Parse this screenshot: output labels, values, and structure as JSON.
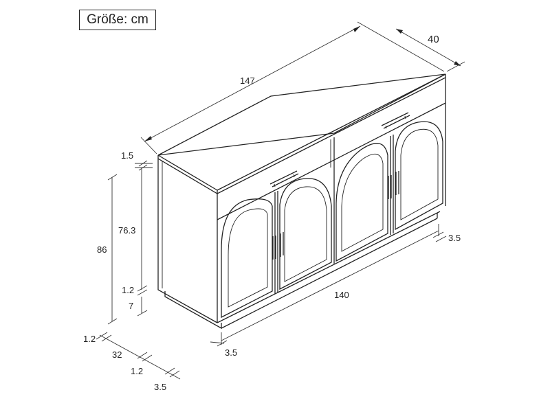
{
  "unit_label": "Größe: cm",
  "dimensions": {
    "width_top": "147",
    "depth": "40",
    "top_thickness": "1.5",
    "body_height": "76.3",
    "total_height": "86",
    "bottom_panel": "1.2",
    "base_height": "7",
    "base_width": "140",
    "base_inset_right": "3.5",
    "base_inset_front": "3.5",
    "side_panel_front": "1.2",
    "side_depth": "32",
    "side_panel_back": "1.2",
    "side_inset_back": "3.5"
  }
}
